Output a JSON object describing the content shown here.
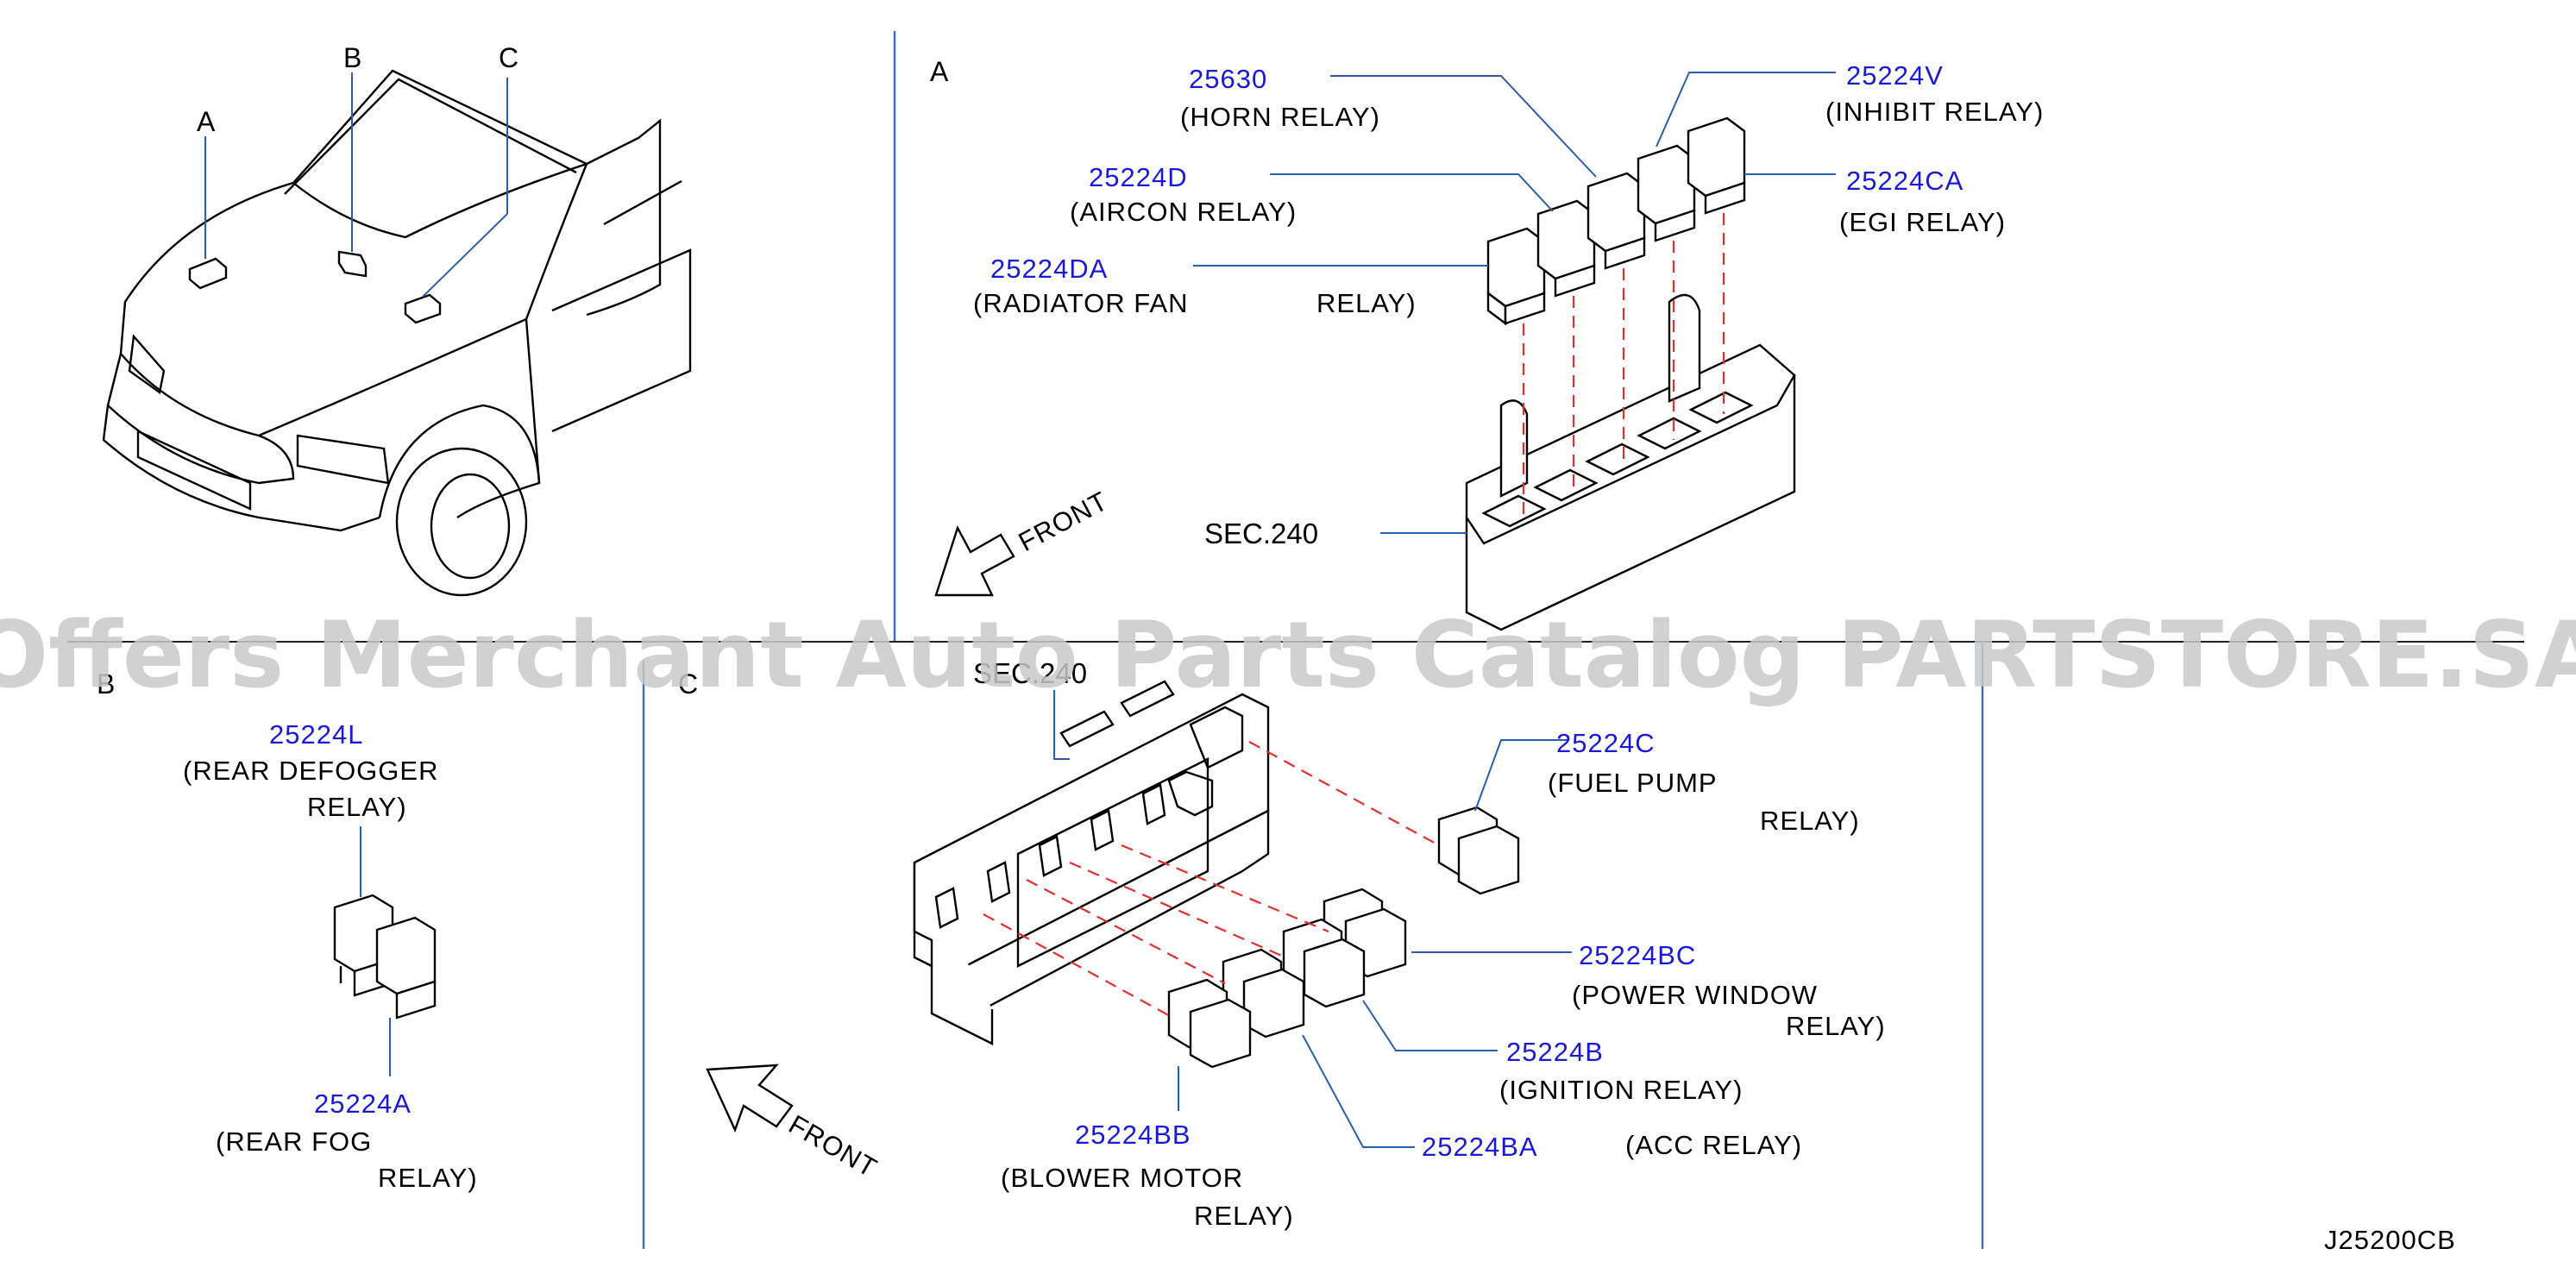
{
  "view_letters": {
    "a": "A",
    "b": "B",
    "c": "C"
  },
  "panel_letters": {
    "a": "A",
    "b": "B",
    "c": "C"
  },
  "front_label": "FRONT",
  "sec_a": "SEC.240",
  "sec_c": "SEC.240",
  "diagram_code": "J25200CB",
  "watermark": "Offers Merchant Auto Parts Catalog PARTSTORE.SA",
  "parts_a": {
    "p25630": {
      "number": "25630",
      "name": "(HORN   RELAY)"
    },
    "p25224d": {
      "number": "25224D",
      "name": "(AIRCON   RELAY)"
    },
    "p25224da": {
      "number": "25224DA",
      "name": "(RADIATOR   FAN",
      "name2": "RELAY)"
    },
    "p25224v": {
      "number": "25224V",
      "name": "(INHIBIT   RELAY)"
    },
    "p25224ca": {
      "number": "25224CA",
      "name": "(EGI   RELAY)"
    }
  },
  "parts_b": {
    "p25224l": {
      "number": "25224L",
      "name": "(REAR   DEFOGGER",
      "name2": "RELAY)"
    },
    "p25224a": {
      "number": "25224A",
      "name": "(REAR   FOG",
      "name2": "RELAY)"
    }
  },
  "parts_c": {
    "p25224c": {
      "number": "25224C",
      "name": "(FUEL   PUMP",
      "name2": "RELAY)"
    },
    "p25224bc": {
      "number": "25224BC",
      "name": "(POWER   WINDOW",
      "name2": "RELAY)"
    },
    "p25224b": {
      "number": "25224B",
      "name": "(IGNITION   RELAY)"
    },
    "p25224ba": {
      "number": "25224BA",
      "name": "(ACC   RELAY)"
    },
    "p25224bb": {
      "number": "25224BB",
      "name": "(BLOWER   MOTOR",
      "name2": "RELAY)"
    }
  }
}
